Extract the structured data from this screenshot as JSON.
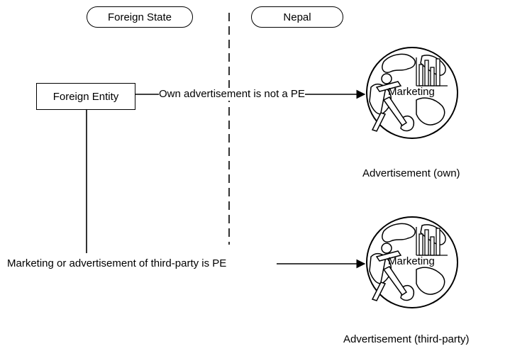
{
  "lanes": {
    "left": "Foreign State",
    "right": "Nepal"
  },
  "entity": "Foreign Entity",
  "arrows": {
    "own": "Own advertisement is not a PE",
    "third_party": "Marketing or advertisement of third-party is PE"
  },
  "globes": {
    "label": "Marketing",
    "own_caption": "Advertisement (own)",
    "third_party_caption": "Advertisement (third-party)"
  },
  "colors": {
    "stroke": "#000000",
    "background": "#ffffff"
  }
}
